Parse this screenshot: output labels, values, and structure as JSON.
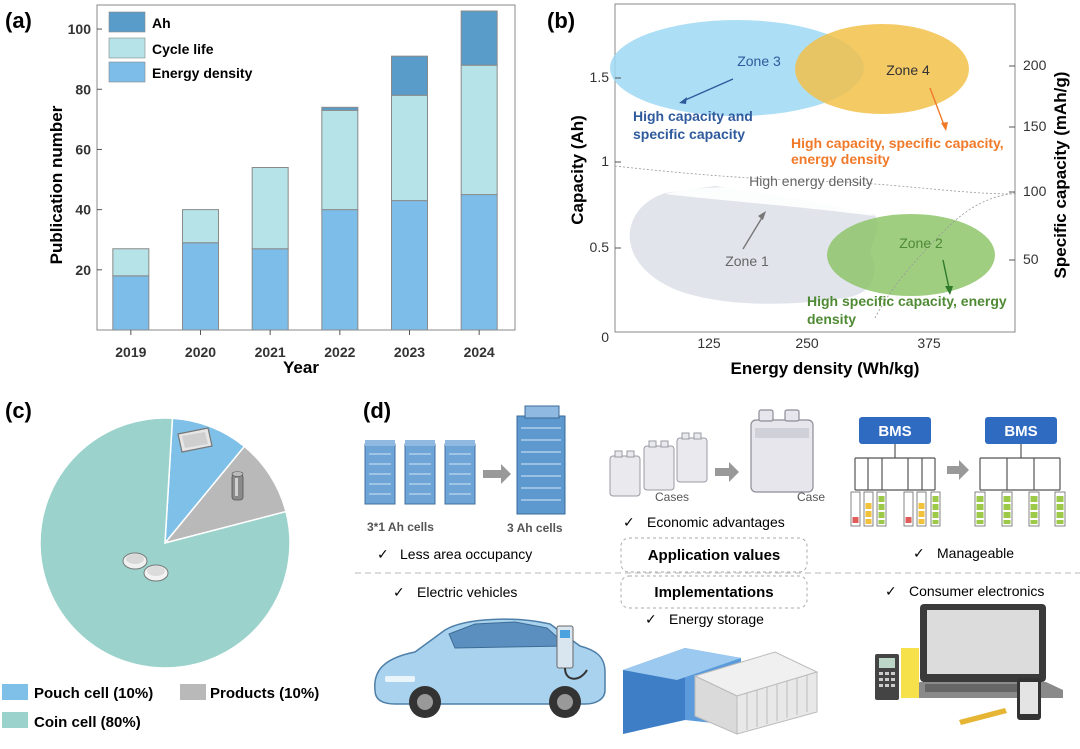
{
  "panel_labels": {
    "a": "(a)",
    "b": "(b)",
    "c": "(c)",
    "d": "(d)"
  },
  "colors": {
    "energy_density": "#7dbde9",
    "cycle_life": "#b5e3e8",
    "ah": "#5a9cc9",
    "pouch": "#7fc0e8",
    "products": "#b9b9b9",
    "coin": "#9bd3cc",
    "zone1": "#dfe3ea",
    "zone2": "#8ec56b",
    "zone3": "#9dd8f3",
    "zone4": "#f2c14a",
    "zone3_text": "#2f5b9d",
    "zone4_text": "#f07a2a",
    "zone2_text": "#4f8a34",
    "bms": "#2f6bc1"
  },
  "chart_data": [
    {
      "type": "bar",
      "stacked": true,
      "categories": [
        "2019",
        "2020",
        "2021",
        "2022",
        "2023",
        "2024"
      ],
      "series": [
        {
          "name": "Energy density",
          "values": [
            18,
            29,
            27,
            40,
            43,
            45
          ]
        },
        {
          "name": "Cycle life",
          "values": [
            9,
            11,
            27,
            33,
            35,
            43
          ]
        },
        {
          "name": "Ah",
          "values": [
            0,
            0,
            0,
            1,
            13,
            18
          ]
        }
      ],
      "legend": [
        "Ah",
        "Cycle life",
        "Energy density"
      ],
      "xlabel": "Year",
      "ylabel": "Publication number",
      "ylim": [
        0,
        108
      ],
      "yticks": [
        20,
        40,
        60,
        80,
        100
      ]
    },
    {
      "type": "scatter",
      "xlabel": "Energy density (Wh/kg)",
      "ylabel": "Capacity (Ah)",
      "y2label": "Specific capacity (mAh/g)",
      "xticks": [
        "125",
        "250",
        "375"
      ],
      "yticks": [
        "0",
        "0.5",
        "1",
        "1.5"
      ],
      "y2ticks": [
        "50",
        "100",
        "150",
        "200"
      ],
      "xlim": [
        0,
        500
      ],
      "ylim": [
        0,
        1.9
      ],
      "threshold_label": "High energy density",
      "zones": [
        {
          "name": "Zone 1",
          "desc": ""
        },
        {
          "name": "Zone 2",
          "desc": "High specific capacity, energy density"
        },
        {
          "name": "Zone 3",
          "desc": "High  capacity and specific capacity"
        },
        {
          "name": "Zone 4",
          "desc": "High  capacity, specific capacity, energy density"
        }
      ]
    },
    {
      "type": "pie",
      "slices": [
        {
          "name": "Pouch cell (10%)",
          "value": 10
        },
        {
          "name": "Products (10%)",
          "value": 10
        },
        {
          "name": "Coin cell (80%)",
          "value": 80
        }
      ]
    }
  ],
  "panel_b_text": {
    "zone3_desc_1": "High  capacity and",
    "zone3_desc_2": "specific capacity",
    "zone4_desc_1": "High  capacity, specific capacity,",
    "zone4_desc_2": "energy density",
    "zone2_desc_1": "High specific capacity, energy",
    "zone2_desc_2": "density"
  },
  "panel_d": {
    "cells_label_1": "3*1 Ah cells",
    "cells_label_2": "3 Ah cells",
    "cases_label": "Cases",
    "case_label": "Case",
    "bms_label": "BMS",
    "check": "✓",
    "values": [
      "Less area occupancy",
      "Economic advantages",
      "Manageable"
    ],
    "application_values": "Application values",
    "implementations": "Implementations",
    "impl": [
      "Electric vehicles",
      "Energy storage",
      "Consumer electronics"
    ]
  }
}
